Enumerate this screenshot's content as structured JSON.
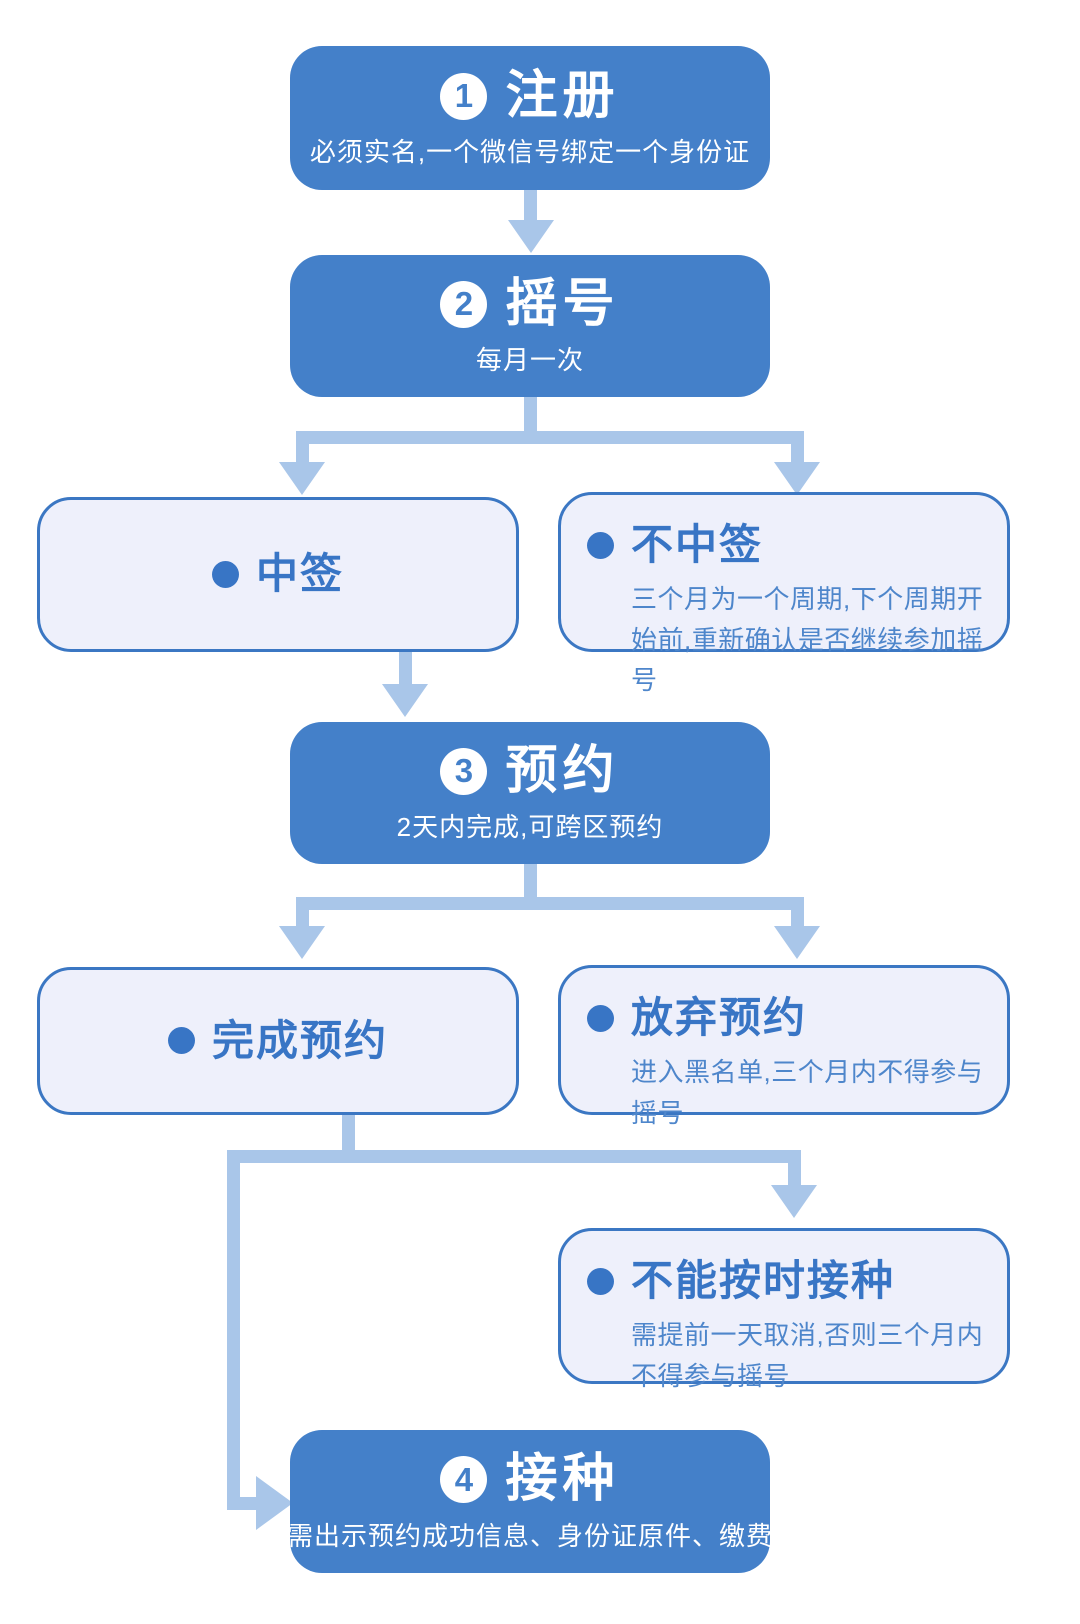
{
  "colors": {
    "primary_blue": "#4480C9",
    "arrow_blue": "#A9C6E9",
    "light_fill": "#EEF0FB",
    "border_blue": "#3B77C3",
    "text_blue": "#3875C5",
    "note_blue": "#4E86CB"
  },
  "steps": [
    {
      "num": "1",
      "title": "注册",
      "subtitle": "必须实名,一个微信号绑定一个身份证"
    },
    {
      "num": "2",
      "title": "摇号",
      "subtitle": "每月一次"
    },
    {
      "num": "3",
      "title": "预约",
      "subtitle": "2天内完成,可跨区预约"
    },
    {
      "num": "4",
      "title": "接种",
      "subtitle": "需出示预约成功信息、身份证原件、缴费"
    }
  ],
  "outcomes": [
    {
      "label": "中签",
      "note": ""
    },
    {
      "label": "不中签",
      "note": "三个月为一个周期,下个周期开始前,重新确认是否继续参加摇号"
    },
    {
      "label": "完成预约",
      "note": ""
    },
    {
      "label": "放弃预约",
      "note": "进入黑名单,三个月内不得参与摇号"
    },
    {
      "label": "不能按时接种",
      "note": "需提前一天取消,否则三个月内不得参与摇号"
    }
  ]
}
